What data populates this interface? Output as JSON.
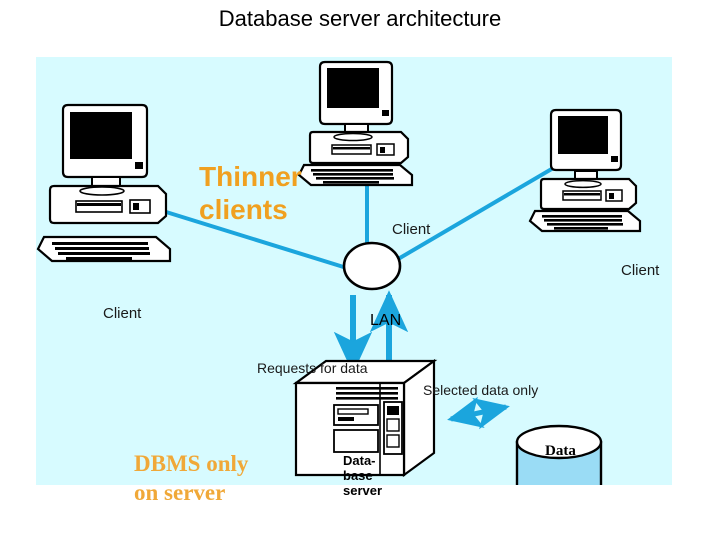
{
  "slide": {
    "title": "Database server architecture",
    "background_color": "#ffffff",
    "panel_color": "#d7fbff"
  },
  "annotations": {
    "thinner_clients": "Thinner\nclients",
    "dbms_only": "DBMS only\non server",
    "accent_color": "#f0a020"
  },
  "nodes": {
    "client_left": {
      "label": "Client",
      "type": "workstation"
    },
    "client_top": {
      "label": "Client",
      "type": "workstation"
    },
    "client_right": {
      "label": "Client",
      "type": "workstation"
    },
    "lan": {
      "label": "LAN",
      "type": "network-node"
    },
    "database_server": {
      "label": "Data-\nbase\nserver",
      "type": "server-tower"
    },
    "data_store": {
      "label": "Data",
      "type": "cylinder"
    }
  },
  "flows": {
    "requests": "Requests for data",
    "selected": "Selected data only",
    "link_color": "#1ba5dd"
  }
}
